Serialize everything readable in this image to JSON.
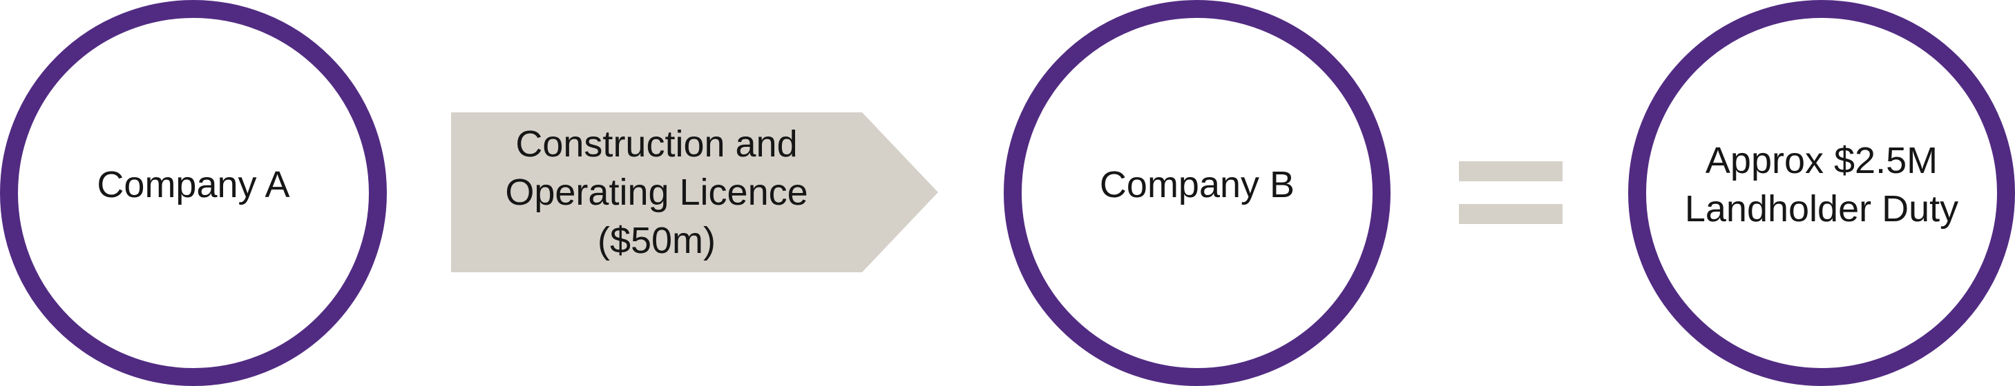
{
  "diagram": {
    "circle_a": {
      "label": "Company A"
    },
    "arrow": {
      "lines": [
        "Construction and",
        "Operating Licence",
        "($50m)"
      ]
    },
    "circle_b": {
      "label": "Company B"
    },
    "equals_symbol": "=",
    "circle_c": {
      "lines": [
        "Approx $2.5M",
        "Landholder Duty"
      ]
    }
  },
  "colors": {
    "circle_border": "#512B82",
    "arrow_fill": "#D5D1C9",
    "equals_fill": "#D5D1C9",
    "text": "#161616",
    "background": "#FFFFFF"
  }
}
